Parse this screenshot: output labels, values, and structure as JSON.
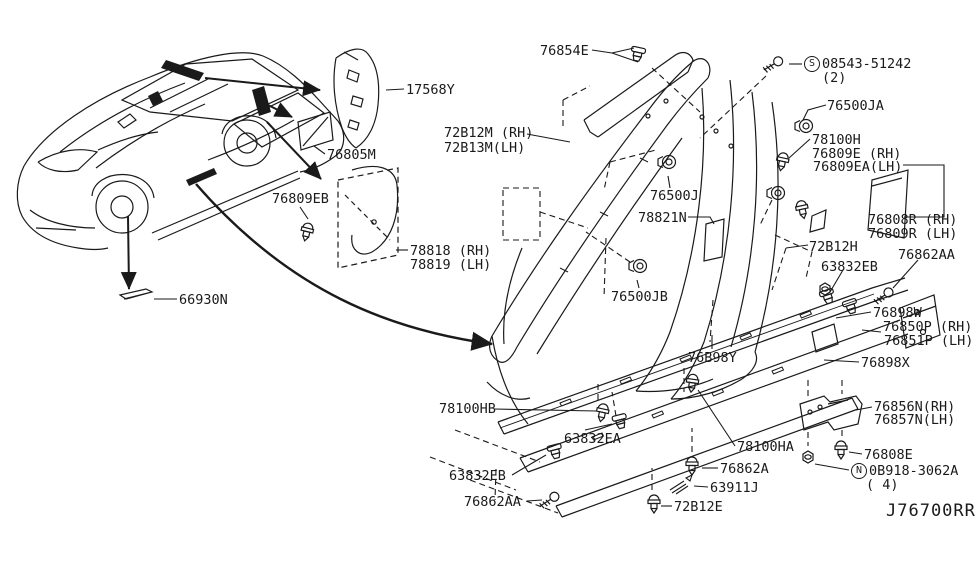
{
  "diagram": {
    "drawing_code": "J76700RR",
    "labels": [
      {
        "text": "76854E"
      },
      {
        "text": "76500JA"
      },
      {
        "text": "72B12M (RH)"
      },
      {
        "text": "72B13M(LH)"
      },
      {
        "text": "78100H"
      },
      {
        "text": "76809E (RH)"
      },
      {
        "text": "76809EA(LH)"
      },
      {
        "text": "76500J"
      },
      {
        "text": "78821N"
      },
      {
        "text": "76808R (RH)"
      },
      {
        "text": "76809R (LH)"
      },
      {
        "text": "72B12H"
      },
      {
        "text": "76862AA"
      },
      {
        "text": "63832EB"
      },
      {
        "text": "76500JB"
      },
      {
        "text": "76898W"
      },
      {
        "text": "76850P (RH)"
      },
      {
        "text": "76851P (LH)"
      },
      {
        "text": "76B98Y"
      },
      {
        "text": "76898X"
      },
      {
        "text": "76856N(RH)"
      },
      {
        "text": "76857N(LH)"
      },
      {
        "text": "78100HB"
      },
      {
        "text": "63832EA"
      },
      {
        "text": "78100HA"
      },
      {
        "text": "76808E"
      },
      {
        "text": "63832EB"
      },
      {
        "text": "76862A"
      },
      {
        "text": "63911J"
      },
      {
        "text": "76862AA"
      },
      {
        "text": "72B12E"
      },
      {
        "text": "17568Y"
      },
      {
        "text": "76805M"
      },
      {
        "text": "76809EB"
      },
      {
        "text": "78818 (RH)"
      },
      {
        "text": "78819 (LH)"
      },
      {
        "text": "66930N"
      }
    ],
    "fastener_notes": {
      "screw": {
        "badge": "S",
        "number": "08543-51242",
        "qty": "(2)"
      },
      "nut": {
        "badge": "N",
        "number": "0B918-3062A",
        "qty": "( 4)"
      }
    }
  }
}
